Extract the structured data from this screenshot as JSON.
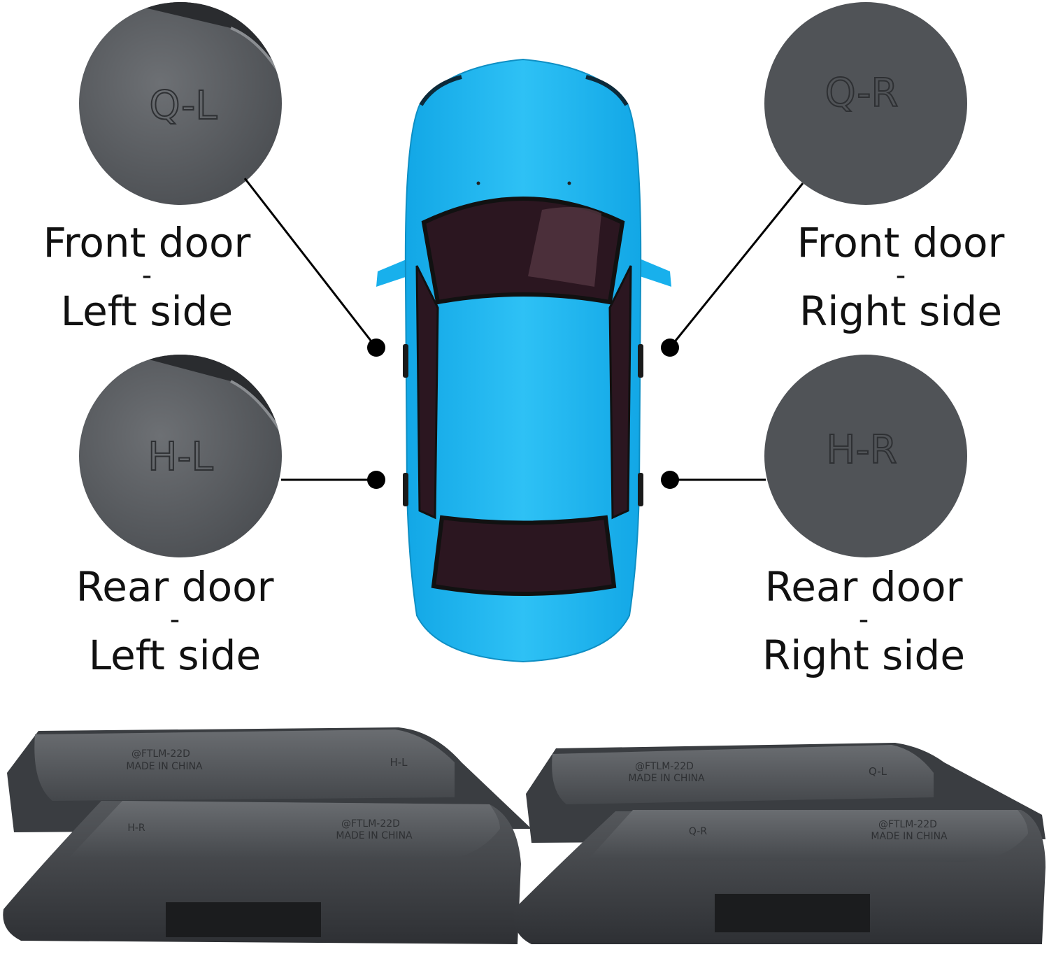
{
  "doors": {
    "front_left": {
      "code": "Q-L",
      "line1": "Front door",
      "sep": "-",
      "line2": "Left side"
    },
    "front_right": {
      "code": "Q-R",
      "line1": "Front door",
      "sep": "-",
      "line2": "Right side"
    },
    "rear_left": {
      "code": "H-L",
      "line1": "Rear door",
      "sep": "-",
      "line2": "Left side"
    },
    "rear_right": {
      "code": "H-R",
      "line1": "Rear door",
      "sep": "-",
      "line2": "Right side"
    }
  },
  "trays": {
    "left_back": {
      "code": "H-L",
      "model": "@FTLM-22D",
      "origin": "MADE IN CHINA"
    },
    "left_front": {
      "code": "H-R",
      "model": "@FTLM-22D",
      "origin": "MADE IN CHINA"
    },
    "right_back": {
      "code": "Q-L",
      "model": "@FTLM-22D",
      "origin": "MADE IN CHINA"
    },
    "right_front": {
      "code": "Q-R",
      "model": "@FTLM-22D",
      "origin": "MADE IN CHINA"
    }
  },
  "colors": {
    "car_body": "#1fb6f0",
    "car_glass": "#2b1620",
    "part_gray": "#5a5d61",
    "tray_dark": "#3f4246"
  }
}
